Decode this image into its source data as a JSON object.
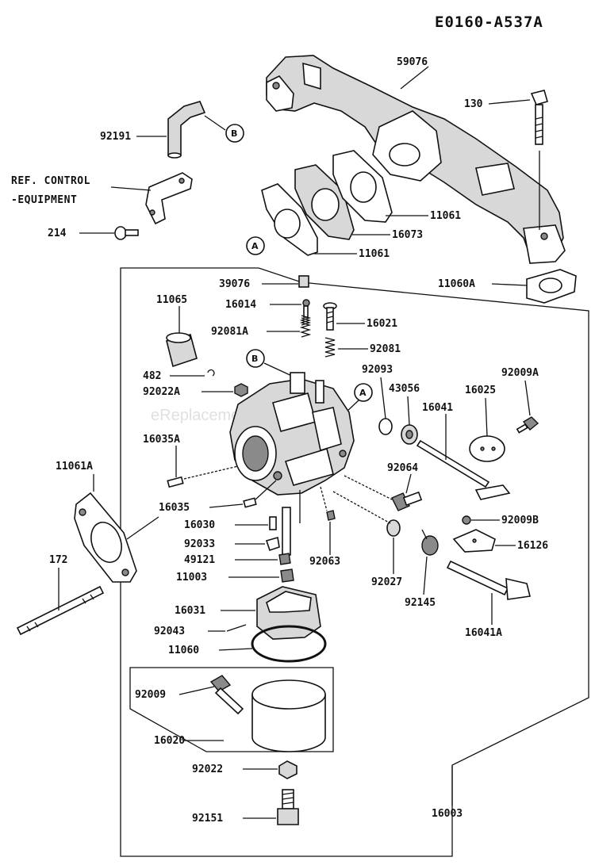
{
  "diagram_code": "E0160-A537A",
  "watermark": "eReplacementParts.com",
  "ref_note": [
    "REF. CONTROL",
    "-EQUIPMENT"
  ],
  "bubbles": {
    "a": "A",
    "b": "B"
  },
  "labels": {
    "p59076": "59076",
    "p130": "130",
    "p92191": "92191",
    "p214": "214",
    "p11061_top": "11061",
    "p16073": "16073",
    "p11061_bot": "11061",
    "p11060a": "11060A",
    "p39076": "39076",
    "p16014": "16014",
    "p11065": "11065",
    "p16021": "16021",
    "p92081a": "92081A",
    "p92081": "92081",
    "p482": "482",
    "p92093": "92093",
    "p92009a": "92009A",
    "p92022a": "92022A",
    "p43056": "43056",
    "p16025": "16025",
    "p16041": "16041",
    "p16035a": "16035A",
    "p11061a": "11061A",
    "p92064": "92064",
    "p16035": "16035",
    "p16030": "16030",
    "p92009b": "92009B",
    "p92033": "92033",
    "p16126": "16126",
    "p49121": "49121",
    "p92063": "92063",
    "p172": "172",
    "p11003": "11003",
    "p92027": "92027",
    "p92145": "92145",
    "p16031": "16031",
    "p16041a": "16041A",
    "p92043": "92043",
    "p11060": "11060",
    "p92009": "92009",
    "p16020": "16020",
    "p92022": "92022",
    "p16003": "16003",
    "p92151": "92151"
  }
}
